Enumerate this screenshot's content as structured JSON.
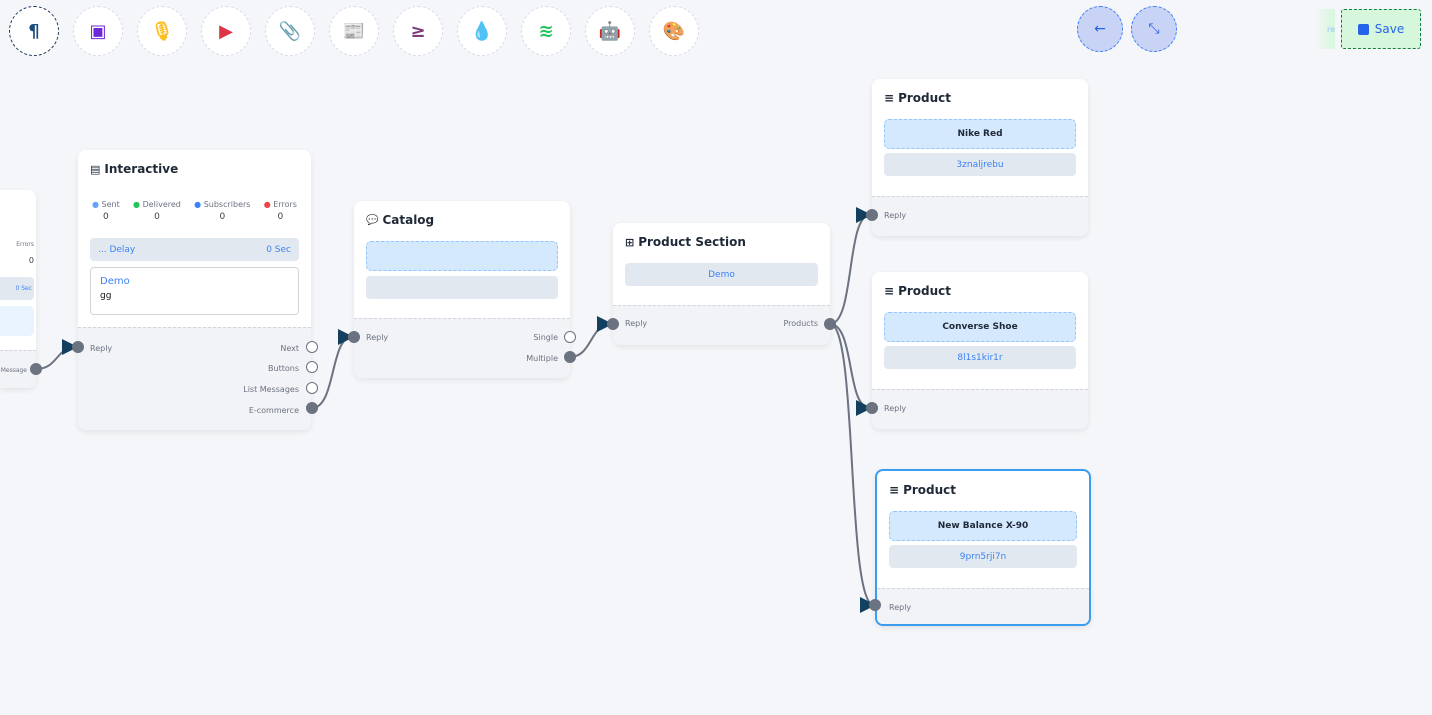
{
  "toolbar": {
    "tools": [
      {
        "icon": "paragraph-icon",
        "glyph": "¶",
        "color": "#1e4b7a"
      },
      {
        "icon": "image-icon",
        "glyph": "▣",
        "color": "#6d28d9"
      },
      {
        "icon": "microphone-icon",
        "glyph": "🎙",
        "color": "#fbbf24"
      },
      {
        "icon": "youtube-icon",
        "glyph": "▶",
        "color": "#dc3545"
      },
      {
        "icon": "paperclip-icon",
        "glyph": "📎",
        "color": "#16a34a"
      },
      {
        "icon": "newspaper-icon",
        "glyph": "📰",
        "color": "#f87171"
      },
      {
        "icon": "greater-equal-icon",
        "glyph": "≥",
        "color": "#7c3a7a"
      },
      {
        "icon": "droplet-icon",
        "glyph": "💧",
        "color": "#be123c"
      },
      {
        "icon": "stack-icon",
        "glyph": "≋",
        "color": "#22c55e"
      },
      {
        "icon": "robot-icon",
        "glyph": "🤖",
        "color": "#1d1de0"
      },
      {
        "icon": "palette-icon",
        "glyph": "🎨",
        "color": "#22c55e"
      }
    ],
    "back_glyph": "←",
    "collapse_glyph": "⤡",
    "save_label": "Save",
    "ghost_text": "re"
  },
  "left_node": {
    "errors_label": "Errors",
    "errors_value": "0",
    "delay_value": "0 Sec",
    "output": "Message"
  },
  "interactive": {
    "title": "Interactive",
    "stats": [
      {
        "label": "Sent",
        "value": "0",
        "color": "#60a5fa"
      },
      {
        "label": "Delivered",
        "value": "0",
        "color": "#22c55e"
      },
      {
        "label": "Subscribers",
        "value": "0",
        "color": "#3b82f6"
      },
      {
        "label": "Errors",
        "value": "0",
        "color": "#ef4444"
      }
    ],
    "delay_label": "... Delay",
    "delay_value": "0 Sec",
    "card_title": "Demo",
    "card_body": "gg",
    "input": "Reply",
    "outputs": [
      "Next",
      "Buttons",
      "List Messages",
      "E-commerce"
    ]
  },
  "catalog": {
    "title": "Catalog",
    "input": "Reply",
    "outputs": [
      "Single",
      "Multiple"
    ]
  },
  "product_section": {
    "title": "Product Section",
    "item": "Demo",
    "input": "Reply",
    "output": "Products"
  },
  "products": [
    {
      "title": "Product",
      "name": "Nike Red",
      "id": "3znaljrebu",
      "input": "Reply"
    },
    {
      "title": "Product",
      "name": "Converse Shoe",
      "id": "8l1s1kir1r",
      "input": "Reply"
    },
    {
      "title": "Product",
      "name": "New Balance X-90",
      "id": "9prn5rji7n",
      "input": "Reply"
    }
  ]
}
